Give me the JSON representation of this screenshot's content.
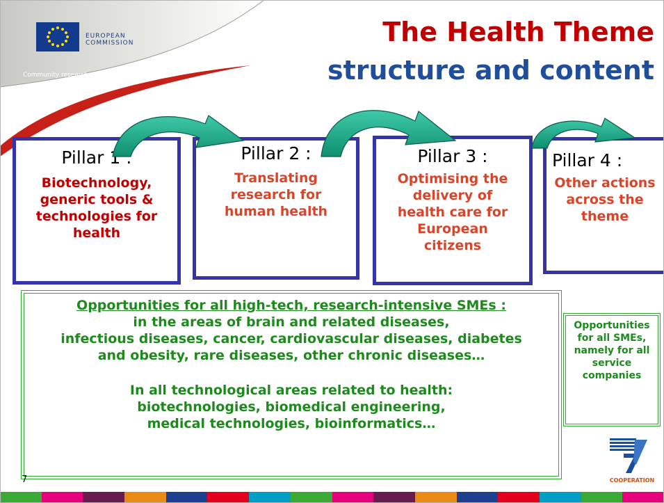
{
  "logo": {
    "line1": "EUROPEAN",
    "line2": "COMMISSION",
    "tagline": "Community research"
  },
  "title": {
    "line1": "The Health Theme",
    "line2": "structure and content"
  },
  "pillars": [
    {
      "title": "Pillar 1 :",
      "desc": "Biotechnology,\ngeneric tools &\ntechnologies for\nhealth",
      "color": "#c00000"
    },
    {
      "title": "Pillar 2 :",
      "desc": "Translating\nresearch for\nhuman health",
      "color": "#d9452a"
    },
    {
      "title": "Pillar 3 :",
      "desc": "Optimising the\ndelivery of\nhealth care for\nEuropean\ncitizens",
      "color": "#d9452a"
    },
    {
      "title": "Pillar 4 :",
      "desc": "Other actions\nacross the\ntheme",
      "color": "#d9452a"
    }
  ],
  "opportunities": {
    "heading": "Opportunities for all high-tech, research-intensive SMEs :",
    "para1": "in the areas of brain and related diseases,\ninfectious diseases, cancer, cardiovascular diseases, diabetes\nand obesity, rare diseases, other chronic diseases…",
    "para2": "In all technological areas related to health:\nbiotechnologies, biomedical engineering,\nmedical technologies, bioinformatics…"
  },
  "side_box": {
    "text": "Opportunities\nfor all SMEs,\nnamely for all\nservice\ncompanies"
  },
  "slide_number": "7",
  "fp7_logo": {
    "label": "COOPERATION"
  },
  "colors": {
    "pillar_border": "#3333aa",
    "arrow_fill": "#1fa888",
    "title_red": "#c00000",
    "title_blue": "#1f4e9c",
    "opportunity_green": "#1e8a1e",
    "bottom_bar": [
      "#3aaa35",
      "#e6007e",
      "#6a1b4d",
      "#e98a15",
      "#1d3f8f",
      "#e2001a",
      "#00a0c6",
      "#3aaa35",
      "#e6007e",
      "#6a1b4d",
      "#e98a15",
      "#1d3f8f",
      "#e2001a",
      "#00a0c6",
      "#3aaa35",
      "#e6007e"
    ]
  }
}
